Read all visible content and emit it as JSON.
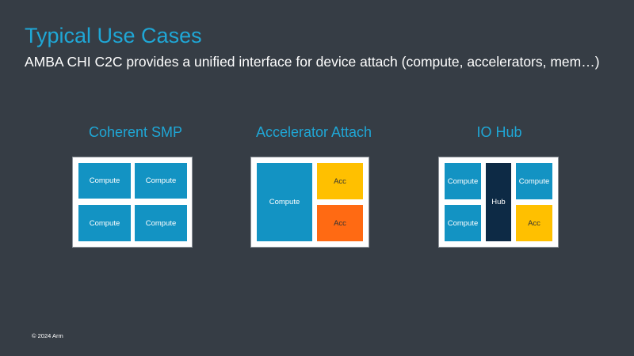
{
  "slide": {
    "title": "Typical Use Cases",
    "subtitle": "AMBA CHI C2C provides a unified interface for device attach (compute, accelerators, mem…)",
    "footer": "© 2024 Arm"
  },
  "diagrams": [
    {
      "heading": "Coherent SMP",
      "blocks": [
        "Compute",
        "Compute",
        "Compute",
        "Compute"
      ]
    },
    {
      "heading": "Accelerator Attach",
      "blocks": [
        "Compute",
        "Acc",
        "Acc"
      ]
    },
    {
      "heading": "IO Hub",
      "blocks": [
        "Compute",
        "Hub",
        "Compute",
        "Compute",
        "Acc"
      ]
    }
  ],
  "colors": {
    "background": "#363d45",
    "accent_blue": "#1fa7d6",
    "compute": "#1393c3",
    "acc_yellow": "#ffc000",
    "acc_orange": "#ff6a13",
    "hub": "#0d2a45"
  }
}
